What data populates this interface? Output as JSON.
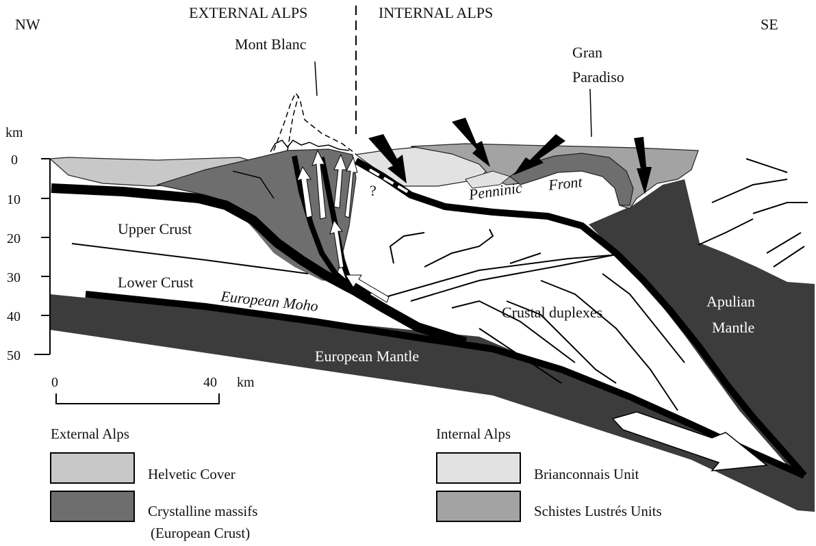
{
  "header": {
    "nw": "NW",
    "se": "SE",
    "external_alps": "EXTERNAL ALPS",
    "internal_alps": "INTERNAL ALPS"
  },
  "peaks": {
    "mont_blanc": "Mont Blanc",
    "gran": "Gran",
    "paradiso": "Paradiso"
  },
  "depth_axis": {
    "unit": "km",
    "ticks": [
      "0",
      "10",
      "20",
      "30",
      "40",
      "50"
    ]
  },
  "scale_bar": {
    "start": "0",
    "end": "40",
    "unit": "km"
  },
  "section_labels": {
    "upper_crust": "Upper Crust",
    "lower_crust": "Lower Crust",
    "european_moho": "European Moho",
    "european_mantle": "European Mantle",
    "penninic": "Penninic",
    "front": "Front",
    "crustal_duplexes": "Crustal duplexes",
    "apulian": "Apulian",
    "mantle": "Mantle",
    "question": "?"
  },
  "legend": {
    "external": {
      "heading": "External Alps",
      "items": [
        {
          "label": "Helvetic  Cover",
          "color": "#c8c8c8"
        },
        {
          "label": "Crystalline massifs",
          "label2": "(European Crust)",
          "color": "#6e6e6e"
        }
      ]
    },
    "internal": {
      "heading": "Internal Alps",
      "items": [
        {
          "label": "Brianconnais Unit",
          "color": "#e2e2e2"
        },
        {
          "label": "Schistes Lustrés Units",
          "color": "#a3a3a3"
        }
      ]
    }
  },
  "colors": {
    "mantle": "#3c3c3c",
    "crystalline": "#6e6e6e",
    "helvetic": "#c8c8c8",
    "brianconnais": "#e2e2e2",
    "schistes": "#a3a3a3",
    "line": "#000000"
  }
}
